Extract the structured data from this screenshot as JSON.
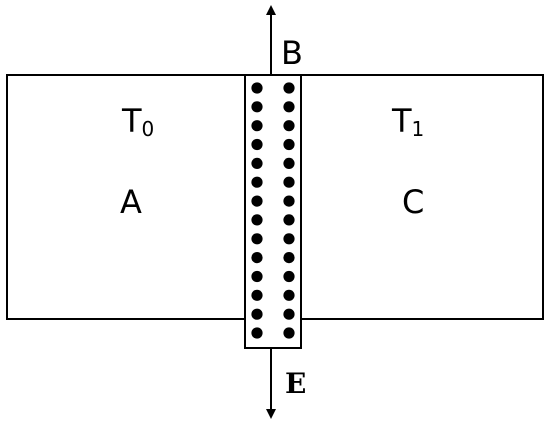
{
  "labels": {
    "region_left_temp": "T",
    "region_left_temp_sub": "0",
    "region_left_name": "A",
    "region_right_temp": "T",
    "region_right_temp_sub": "1",
    "region_right_name": "C",
    "top_arrow_label": "B",
    "bottom_arrow_label": "E"
  },
  "membrane": {
    "dot_columns": 2,
    "dot_rows": 14
  },
  "colors": {
    "stroke": "#000000",
    "background": "#ffffff"
  }
}
